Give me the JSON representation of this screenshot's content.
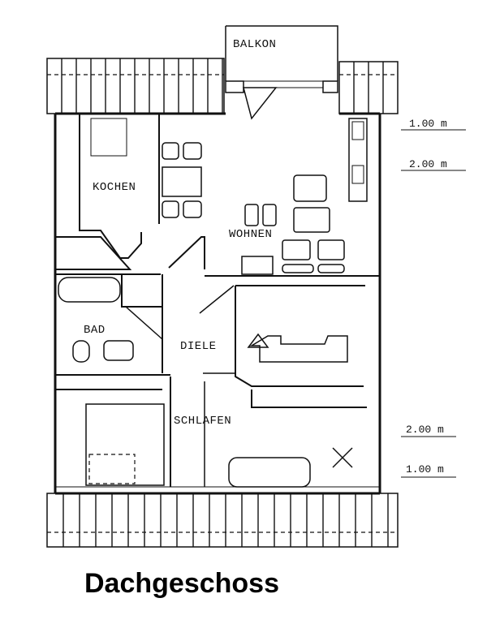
{
  "caption": "Dachgeschoss",
  "rooms": {
    "balkon": "BALKON",
    "kochen": "KOCHEN",
    "wohnen": "WOHNEN",
    "bad": "BAD",
    "diele": "DIELE",
    "schlafen": "SCHLAFEN"
  },
  "dimensions": {
    "right_top_1": "1.00 m",
    "right_top_2": "2.00 m",
    "right_bottom_2": "2.00 m",
    "right_bottom_1": "1.00 m"
  }
}
